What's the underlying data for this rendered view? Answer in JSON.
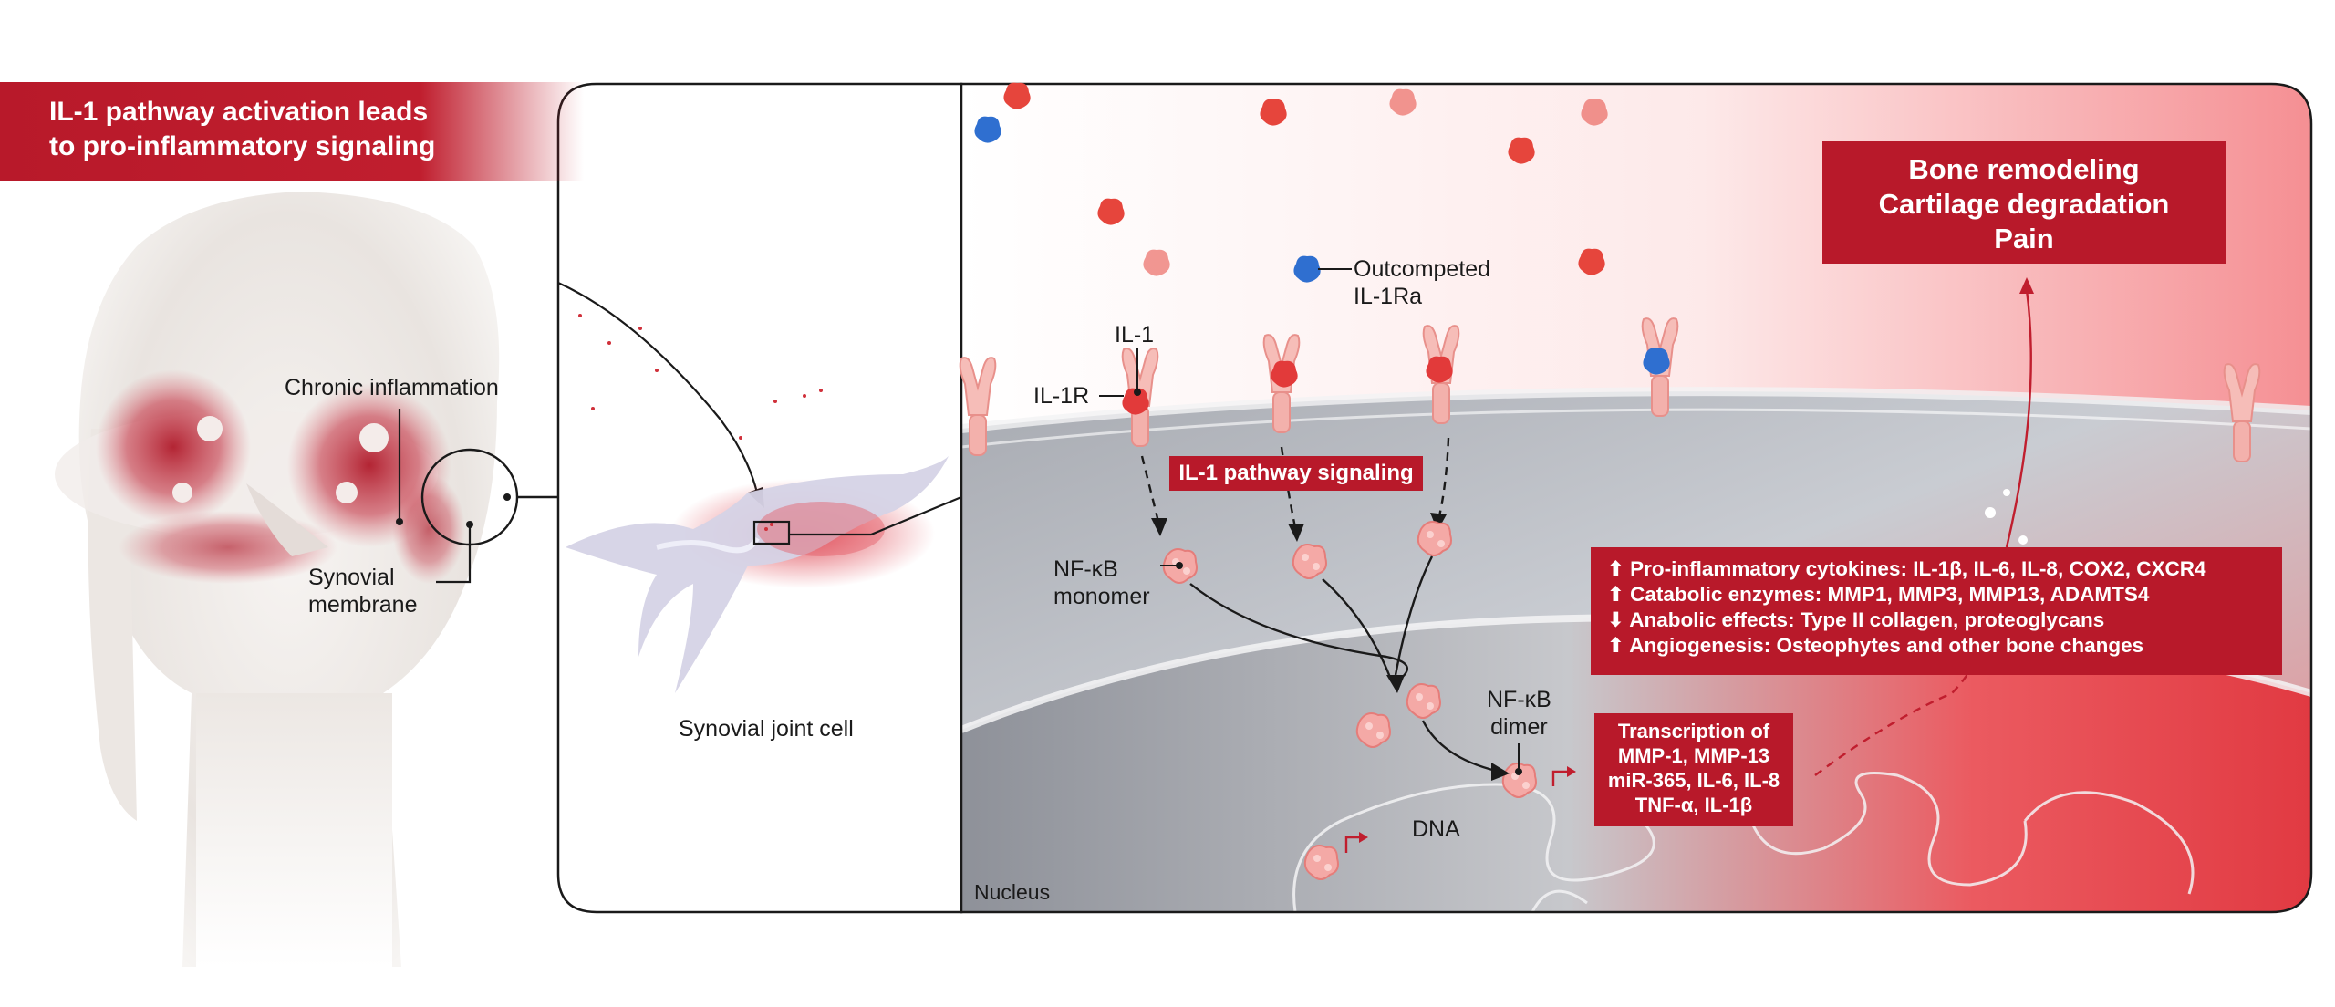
{
  "title": {
    "line1": "IL-1 pathway activation leads",
    "line2": "to pro-inflammatory signaling"
  },
  "labels": {
    "chronic_inflammation": "Chronic inflammation",
    "synovial_membrane_line1": "Synovial",
    "synovial_membrane_line2": "membrane",
    "synovial_joint_cell": "Synovial joint cell",
    "outcompeted_line1": "Outcompeted",
    "outcompeted_line2": "IL-1Ra",
    "il1": "IL-1",
    "il1r": "IL-1R",
    "nfkb_monomer_line1": "NF-κB",
    "nfkb_monomer_line2": "monomer",
    "nfkb_dimer_line1": "NF-κB",
    "nfkb_dimer_line2": "dimer",
    "dna": "DNA",
    "nucleus": "Nucleus"
  },
  "signaling_tag": "IL-1 pathway signaling",
  "outcome": {
    "line1": "Bone remodeling",
    "line2": "Cartilage degradation",
    "line3": "Pain"
  },
  "effects": [
    {
      "arrow": "⬆",
      "text": "Pro-inflammatory cytokines: IL-1β, IL-6, IL-8, COX2, CXCR4"
    },
    {
      "arrow": "⬆",
      "text": "Catabolic enzymes: MMP1, MMP3, MMP13, ADAMTS4"
    },
    {
      "arrow": "⬇",
      "text": "Anabolic effects: Type II collagen, proteoglycans"
    },
    {
      "arrow": "⬆",
      "text": "Angiogenesis: Osteophytes and other bone changes"
    }
  ],
  "transcription": {
    "line1": "Transcription of",
    "line2": "MMP-1, MMP-13",
    "line3": "miR-365, IL-6, IL-8",
    "line4": "TNF-α, IL-1β"
  },
  "colors": {
    "brand_red": "#b8192a",
    "ligand_red": "#e8473d",
    "antagonist_blue": "#2f6fd0",
    "receptor_pink": "#f4b7b3"
  },
  "icons": [
    "knee-joint-illustration",
    "synovial-cell-illustration",
    "il1-ligand-icon",
    "il1ra-antagonist-icon",
    "il1-receptor-icon",
    "nfkb-protein-icon",
    "dna-strand-icon",
    "transcription-start-arrow-icon"
  ]
}
